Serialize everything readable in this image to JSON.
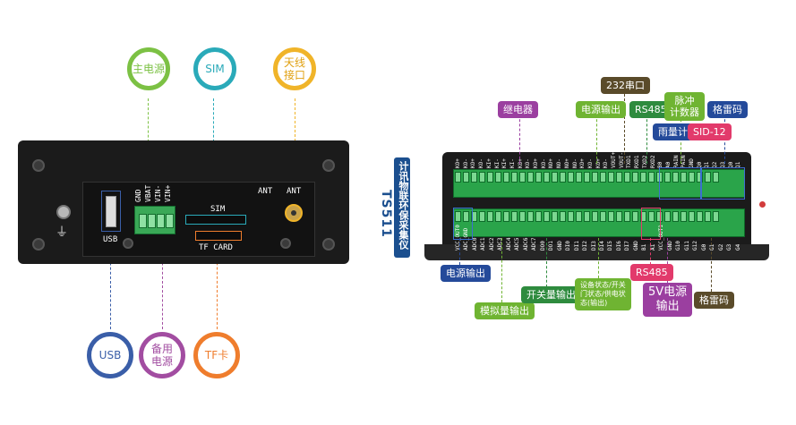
{
  "left_device": {
    "pins_top": [
      {
        "label": "主电源",
        "color": "#7cc144"
      },
      {
        "label": "SIM",
        "color": "#2aaab9"
      },
      {
        "label": "天线\n接口",
        "color": "#f0b429"
      }
    ],
    "pins_bottom": [
      {
        "label": "USB",
        "color": "#3a5ea8"
      },
      {
        "label": "备用\n电源",
        "color": "#a24da1"
      },
      {
        "label": "TF卡",
        "color": "#ef7d2d"
      }
    ],
    "panel_labels": {
      "usb": "USB",
      "power_terms": [
        "GND",
        "VBAT",
        "VIN-",
        "VIN+"
      ],
      "sim": "SIM",
      "tf_card": "TF CARD",
      "ant_left": "ANT",
      "ant_right": "ANT"
    }
  },
  "right_device": {
    "title_main": "TS511",
    "title_sub": "计讯物联环保采集仪",
    "tags_top": [
      {
        "label": "继电器",
        "color": "#9b3fa0"
      },
      {
        "label": "电源输出",
        "color": "#6fb432"
      },
      {
        "label": "232串口",
        "color": "#5a4b2a"
      },
      {
        "label": "RS485",
        "color": "#2e8b3e"
      },
      {
        "label": "脉冲\n计数器",
        "color": "#6fb432"
      },
      {
        "label": "格雷码",
        "color": "#244a9a"
      },
      {
        "label": "雨量计",
        "color": "#244a9a"
      },
      {
        "label": "SID-12",
        "color": "#e23a6b"
      }
    ],
    "tags_bottom": [
      {
        "label": "电源输出",
        "color": "#244a9a"
      },
      {
        "label": "模拟量输出",
        "color": "#6fb432"
      },
      {
        "label": "开关量输出",
        "color": "#2e8b3e"
      },
      {
        "label": "设备状态/开关\n门状态/供电状\n态(输出)",
        "color": "#6fb432"
      },
      {
        "label": "RS485",
        "color": "#e23a6b"
      },
      {
        "label": "5V电源\n输出",
        "color": "#9b3fa0"
      },
      {
        "label": "格雷码",
        "color": "#5a4b2a"
      }
    ],
    "top_row": [
      "KO+",
      "KO-",
      "KO+",
      "KO-",
      "KI+",
      "KI-",
      "KI+",
      "KI-",
      "KO+",
      "KO-",
      "KO+",
      "KO-",
      "NO+",
      "NO-",
      "NO+",
      "NO-",
      "KO+",
      "KO-",
      "KO+",
      "KO-",
      "VOUT+",
      "VOUT-",
      "TXD1",
      "RXD1",
      "TXD2",
      "RXD2",
      "B0",
      "A0",
      "RAIN",
      "PAIN",
      "GND",
      "Q0",
      "Q1",
      "Q2",
      "Q3",
      "Q0",
      "Q1"
    ],
    "bottom_row": [
      "VCC_OUT0",
      "ADC_GND",
      "ADC0",
      "ADC1",
      "ADC2",
      "ADC3",
      "ADC4",
      "ADC5",
      "ADC6",
      "ADC7",
      "DO0",
      "DO1",
      "GND",
      "DI0",
      "DI1",
      "DI2",
      "DI3",
      "DI4",
      "DI5",
      "DI6",
      "DI7",
      "GND",
      "B1",
      "A1",
      "VCC_OUT1",
      "GND",
      "G10",
      "G11",
      "G12",
      "G0",
      "G1",
      "G2",
      "G3",
      "G4"
    ]
  }
}
